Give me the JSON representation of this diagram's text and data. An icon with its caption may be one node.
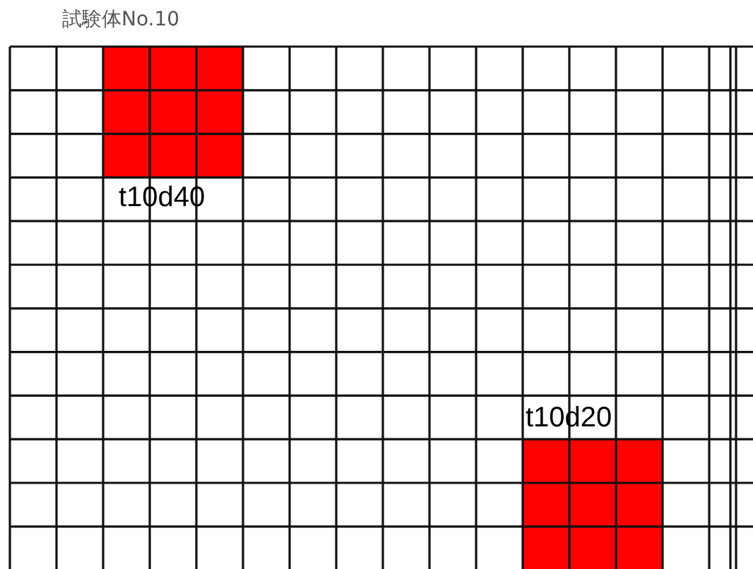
{
  "diagram": {
    "title": "試験体No.10",
    "labels": [
      "t10d40",
      "t10d20"
    ]
  }
}
